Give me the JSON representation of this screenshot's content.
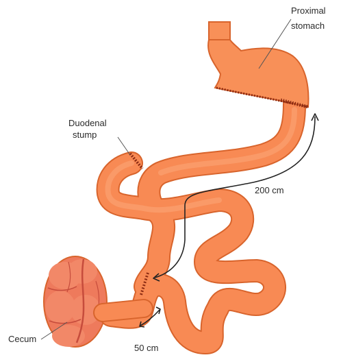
{
  "labels": {
    "proximal_stomach_line1": "Proximal",
    "proximal_stomach_line2": "stomach",
    "duodenal_stump_line1": "Duodenal",
    "duodenal_stump_line2": "stump",
    "distance_upper": "200 cm",
    "distance_lower": "50 cm",
    "cecum": "Cecum"
  },
  "colors": {
    "intestine_fill": "#F88A54",
    "intestine_outline": "#D8642C",
    "stomach_fill": "#F89058",
    "cecum_fill": "#EE7A5C",
    "cecum_fold": "#C64C3C",
    "suture": "#8B2A12",
    "arrow": "#222222",
    "leader_line": "#555555"
  }
}
